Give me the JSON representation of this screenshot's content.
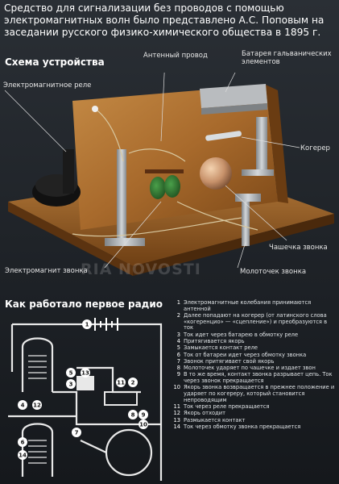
{
  "header": {
    "text": "Средство для сигнализации без проводов с помощью электромагнитных волн было представлено А.С. Поповым на заседании русского физико-химического общества в 1895 г."
  },
  "scheme": {
    "title": "Схема устройства",
    "labels": {
      "antenna": "Антенный провод",
      "battery": "Батарея гальванических элементов",
      "relay": "Электромагнитное реле",
      "coherer": "Когерер",
      "bell_cup": "Чашечка звонка",
      "bell_magnet": "Электромагнит звонка",
      "bell_hammer": "Молоточек звонка"
    }
  },
  "watermark": "RIA NOVOSTI",
  "radio": {
    "title": "Как работало первое радио",
    "steps": [
      {
        "n": "1",
        "text": "Электромагнитные колебания принимаются антенной"
      },
      {
        "n": "2",
        "text": "Далее попадают на когерер (от латинского слова «когеренцио» — «сцепление») и преобразуются в ток"
      },
      {
        "n": "3",
        "text": "Ток идет через батарею в обмотку реле"
      },
      {
        "n": "4",
        "text": "Притягивается якорь"
      },
      {
        "n": "5",
        "text": "Замыкается контакт реле"
      },
      {
        "n": "6",
        "text": "Ток от батареи идет через обмотку звонка"
      },
      {
        "n": "7",
        "text": "Звонок притягивает свой якорь"
      },
      {
        "n": "8",
        "text": "Молоточек ударяет по чашечке и издает звон"
      },
      {
        "n": "9",
        "text": "В то же время, контакт звонка разрывает цепь. Ток через звонок прекращается"
      },
      {
        "n": "10",
        "text": "Якорь звонка возвращается в прежнее положение и ударяет по когереру, который становится непроводящим"
      },
      {
        "n": "11",
        "text": "Ток через реле прекращается"
      },
      {
        "n": "12",
        "text": "Якорь отходит"
      },
      {
        "n": "13",
        "text": "Размыкается контакт"
      },
      {
        "n": "14",
        "text": "Ток через обмотку звонка прекращается"
      }
    ],
    "badges": [
      "1",
      "2",
      "3",
      "4",
      "5",
      "6",
      "7",
      "8",
      "9",
      "10",
      "11",
      "12",
      "13",
      "14"
    ]
  }
}
